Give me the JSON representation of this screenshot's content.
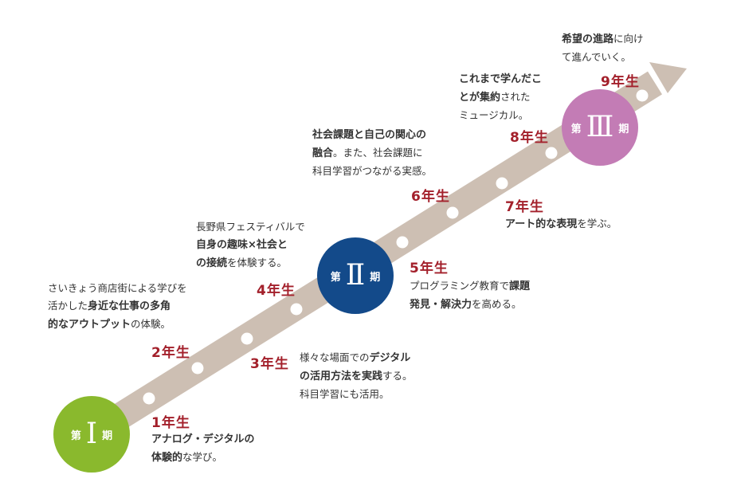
{
  "colors": {
    "arrow": "#cdbfb3",
    "dots": "#ffffff",
    "year_text": "#a3202b",
    "phase1": "#8ab92d",
    "phase2": "#134a8a",
    "phase3": "#c37cb5"
  },
  "phases": [
    {
      "pre": "第",
      "numeral": "Ⅰ",
      "post": "期",
      "color": "#8ab92d"
    },
    {
      "pre": "第",
      "numeral": "Ⅱ",
      "post": "期",
      "color": "#134a8a"
    },
    {
      "pre": "第",
      "numeral": "Ⅲ",
      "post": "期",
      "color": "#c37cb5"
    }
  ],
  "years": [
    {
      "label": "1年生",
      "lines": [
        [
          {
            "t": "アナログ・デジタルの",
            "b": true
          }
        ],
        [
          {
            "t": "体験的",
            "b": true
          },
          {
            "t": "な学び。",
            "b": false
          }
        ]
      ]
    },
    {
      "label": "2年生",
      "lines": [
        [
          {
            "t": "さいきょう商店街による学びを",
            "b": false
          }
        ],
        [
          {
            "t": "活かした",
            "b": false
          },
          {
            "t": "身近な仕事の多角",
            "b": true
          }
        ],
        [
          {
            "t": "的なアウトプット",
            "b": true
          },
          {
            "t": "の体験。",
            "b": false
          }
        ]
      ]
    },
    {
      "label": "3年生",
      "lines": [
        [
          {
            "t": "様々な場面での",
            "b": false
          },
          {
            "t": "デジタル",
            "b": true
          }
        ],
        [
          {
            "t": "の活用方法を実践",
            "b": true
          },
          {
            "t": "する。",
            "b": false
          }
        ],
        [
          {
            "t": "科目学習にも活用。",
            "b": false
          }
        ]
      ]
    },
    {
      "label": "4年生",
      "lines": [
        [
          {
            "t": "長野県フェスティバルで",
            "b": false
          }
        ],
        [
          {
            "t": "自身の趣味×社会と",
            "b": true
          }
        ],
        [
          {
            "t": "の接続",
            "b": true
          },
          {
            "t": "を体験する。",
            "b": false
          }
        ]
      ]
    },
    {
      "label": "5年生",
      "lines": [
        [
          {
            "t": "プログラミング教育で",
            "b": false
          },
          {
            "t": "課題",
            "b": true
          }
        ],
        [
          {
            "t": "発見・解決力",
            "b": true
          },
          {
            "t": "を高める。",
            "b": false
          }
        ]
      ]
    },
    {
      "label": "6年生",
      "lines": [
        [
          {
            "t": "社会課題と自己の関心の",
            "b": true
          }
        ],
        [
          {
            "t": "融合",
            "b": true
          },
          {
            "t": "。また、社会課題に",
            "b": false
          }
        ],
        [
          {
            "t": "科目学習がつながる実感。",
            "b": false
          }
        ]
      ]
    },
    {
      "label": "7年生",
      "lines": [
        [
          {
            "t": "アート的な表現",
            "b": true
          },
          {
            "t": "を学ぶ。",
            "b": false
          }
        ]
      ]
    },
    {
      "label": "8年生",
      "lines": [
        [
          {
            "t": "これまで学んだこ",
            "b": true
          }
        ],
        [
          {
            "t": "とが集約",
            "b": true
          },
          {
            "t": "された",
            "b": false
          }
        ],
        [
          {
            "t": "ミュージカル。",
            "b": false
          }
        ]
      ]
    },
    {
      "label": "9年生",
      "lines": [
        [
          {
            "t": "希望の進路",
            "b": true
          },
          {
            "t": "に向け",
            "b": false
          }
        ],
        [
          {
            "t": "て進んでいく。",
            "b": false
          }
        ]
      ]
    }
  ]
}
